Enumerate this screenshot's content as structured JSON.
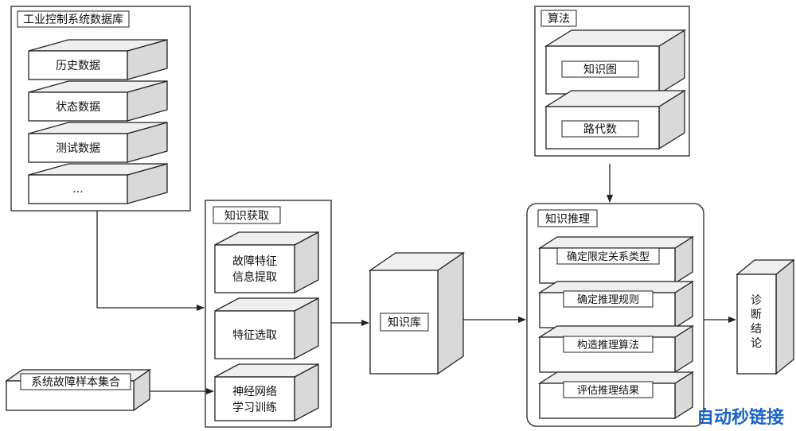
{
  "db": {
    "title": "工业控制系统数据库",
    "items": [
      "历史数据",
      "状态数据",
      "测试数据",
      "..."
    ]
  },
  "acquire": {
    "title": "知识获取",
    "items": [
      [
        "故障特征",
        "信息提取"
      ],
      [
        "特征选取"
      ],
      [
        "神经网络",
        "学习训练"
      ]
    ]
  },
  "samples": "系统故障样本集合",
  "kb": "知识库",
  "algo": {
    "title": "算法",
    "items": [
      "知识图",
      "路代数"
    ]
  },
  "reason": {
    "title": "知识推理",
    "items": [
      "确定限定关系类型",
      "确定推理规则",
      "构造推理算法",
      "评估推理结果"
    ]
  },
  "result": [
    "诊",
    "断",
    "结",
    "论"
  ],
  "watermark": "自动秒链接",
  "colors": {
    "watermark": "#1b63c6"
  }
}
